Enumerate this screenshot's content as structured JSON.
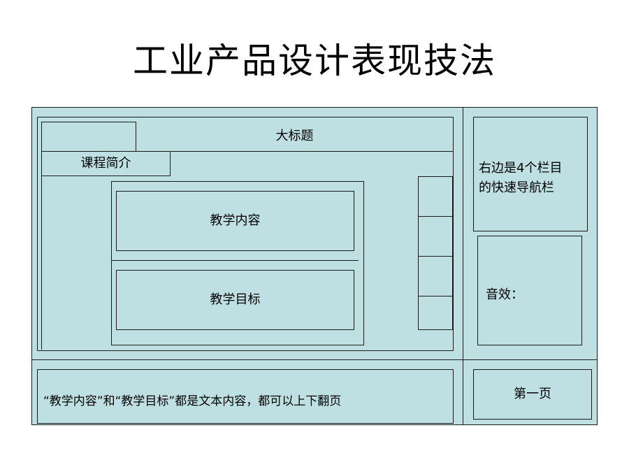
{
  "title": "工业产品设计表现技法",
  "main_panel": {
    "big_title": "大标题",
    "course_intro": "课程简介",
    "teaching_content": "教学内容",
    "teaching_goal": "教学目标"
  },
  "right_panel": {
    "nav_note_line1": "右边是4个栏目",
    "nav_note_line2": "的快速导航栏",
    "sound_label": "音效："
  },
  "footer": {
    "note": "“教学内容”和“教学目标”都是文本内容，都可以上下翻页",
    "page_button": "第一页"
  },
  "colors": {
    "panel_fill": "#bfe0e3",
    "border": "#1a1a1a"
  }
}
